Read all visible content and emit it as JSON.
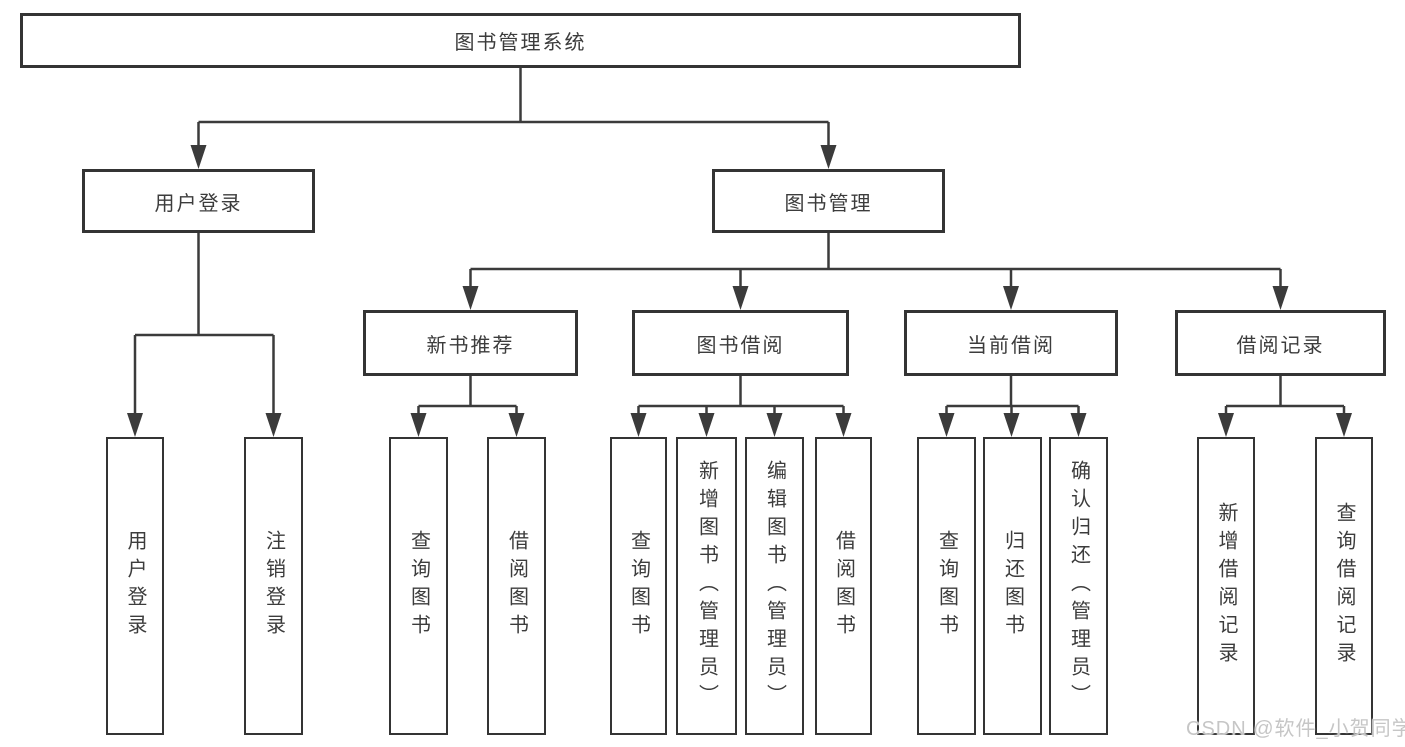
{
  "diagram": {
    "tree": {
      "label": "图书管理系统",
      "children": [
        {
          "label": "用户登录",
          "children": [
            {
              "label": "用户登录"
            },
            {
              "label": "注销登录"
            }
          ]
        },
        {
          "label": "图书管理",
          "children": [
            {
              "label": "新书推荐",
              "children": [
                {
                  "label": "查询图书"
                },
                {
                  "label": "借阅图书"
                }
              ]
            },
            {
              "label": "图书借阅",
              "children": [
                {
                  "label": "查询图书"
                },
                {
                  "label": "新增图书（管理员）"
                },
                {
                  "label": "编辑图书（管理员）"
                },
                {
                  "label": "借阅图书"
                }
              ]
            },
            {
              "label": "当前借阅",
              "children": [
                {
                  "label": "查询图书"
                },
                {
                  "label": "归还图书"
                },
                {
                  "label": "确认归还（管理员）"
                }
              ]
            },
            {
              "label": "借阅记录",
              "children": [
                {
                  "label": "新增借阅记录"
                },
                {
                  "label": "查询借阅记录"
                }
              ]
            }
          ]
        }
      ]
    },
    "colors": {
      "line": "#3b3b3b",
      "box_border": "#343434",
      "text": "#3c3c3c",
      "background": "#ffffff"
    }
  },
  "watermark": {
    "text": "CSDN @软件_小贺同学",
    "color": "#c6c6c6"
  }
}
